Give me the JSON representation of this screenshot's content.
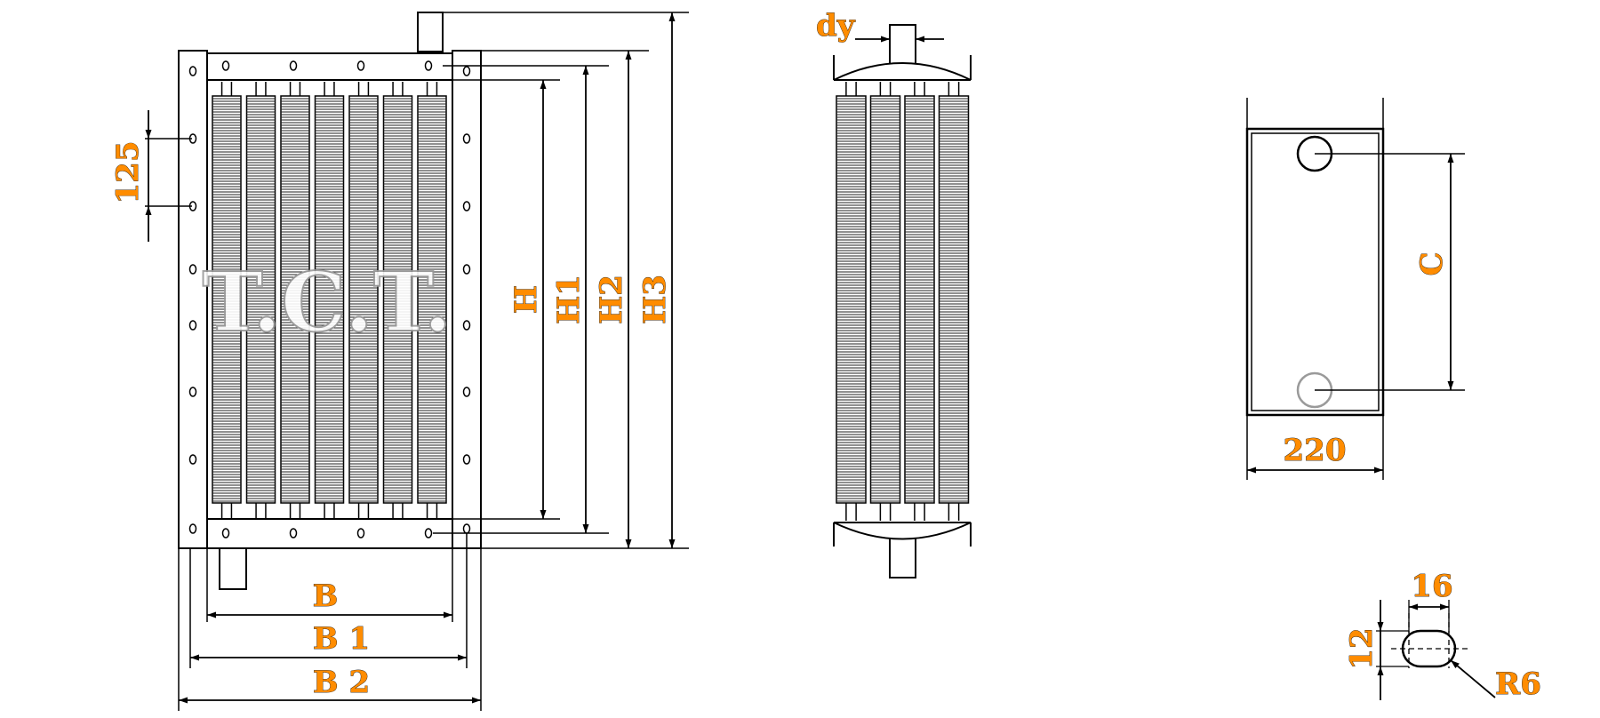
{
  "watermark": "T.C.T.",
  "front_view": {
    "dims": {
      "pitch": "125",
      "h": "H",
      "h1": "H1",
      "h2": "H2",
      "h3": "H3",
      "b": "B",
      "b1": "B 1",
      "b2": "B 2"
    },
    "tube_count": 7
  },
  "side_view": {
    "pipe_dim": "dy",
    "tube_count": 4
  },
  "flange_view": {
    "hole_spacing": "C",
    "width": "220"
  },
  "slot_detail": {
    "width": "16",
    "height": "12",
    "radius": "R6"
  },
  "colors": {
    "label_fill": "#ff8c00",
    "line": "#000000",
    "watermark_stroke": "#9a9a9a",
    "faint_circle": "#9a9a9a"
  }
}
